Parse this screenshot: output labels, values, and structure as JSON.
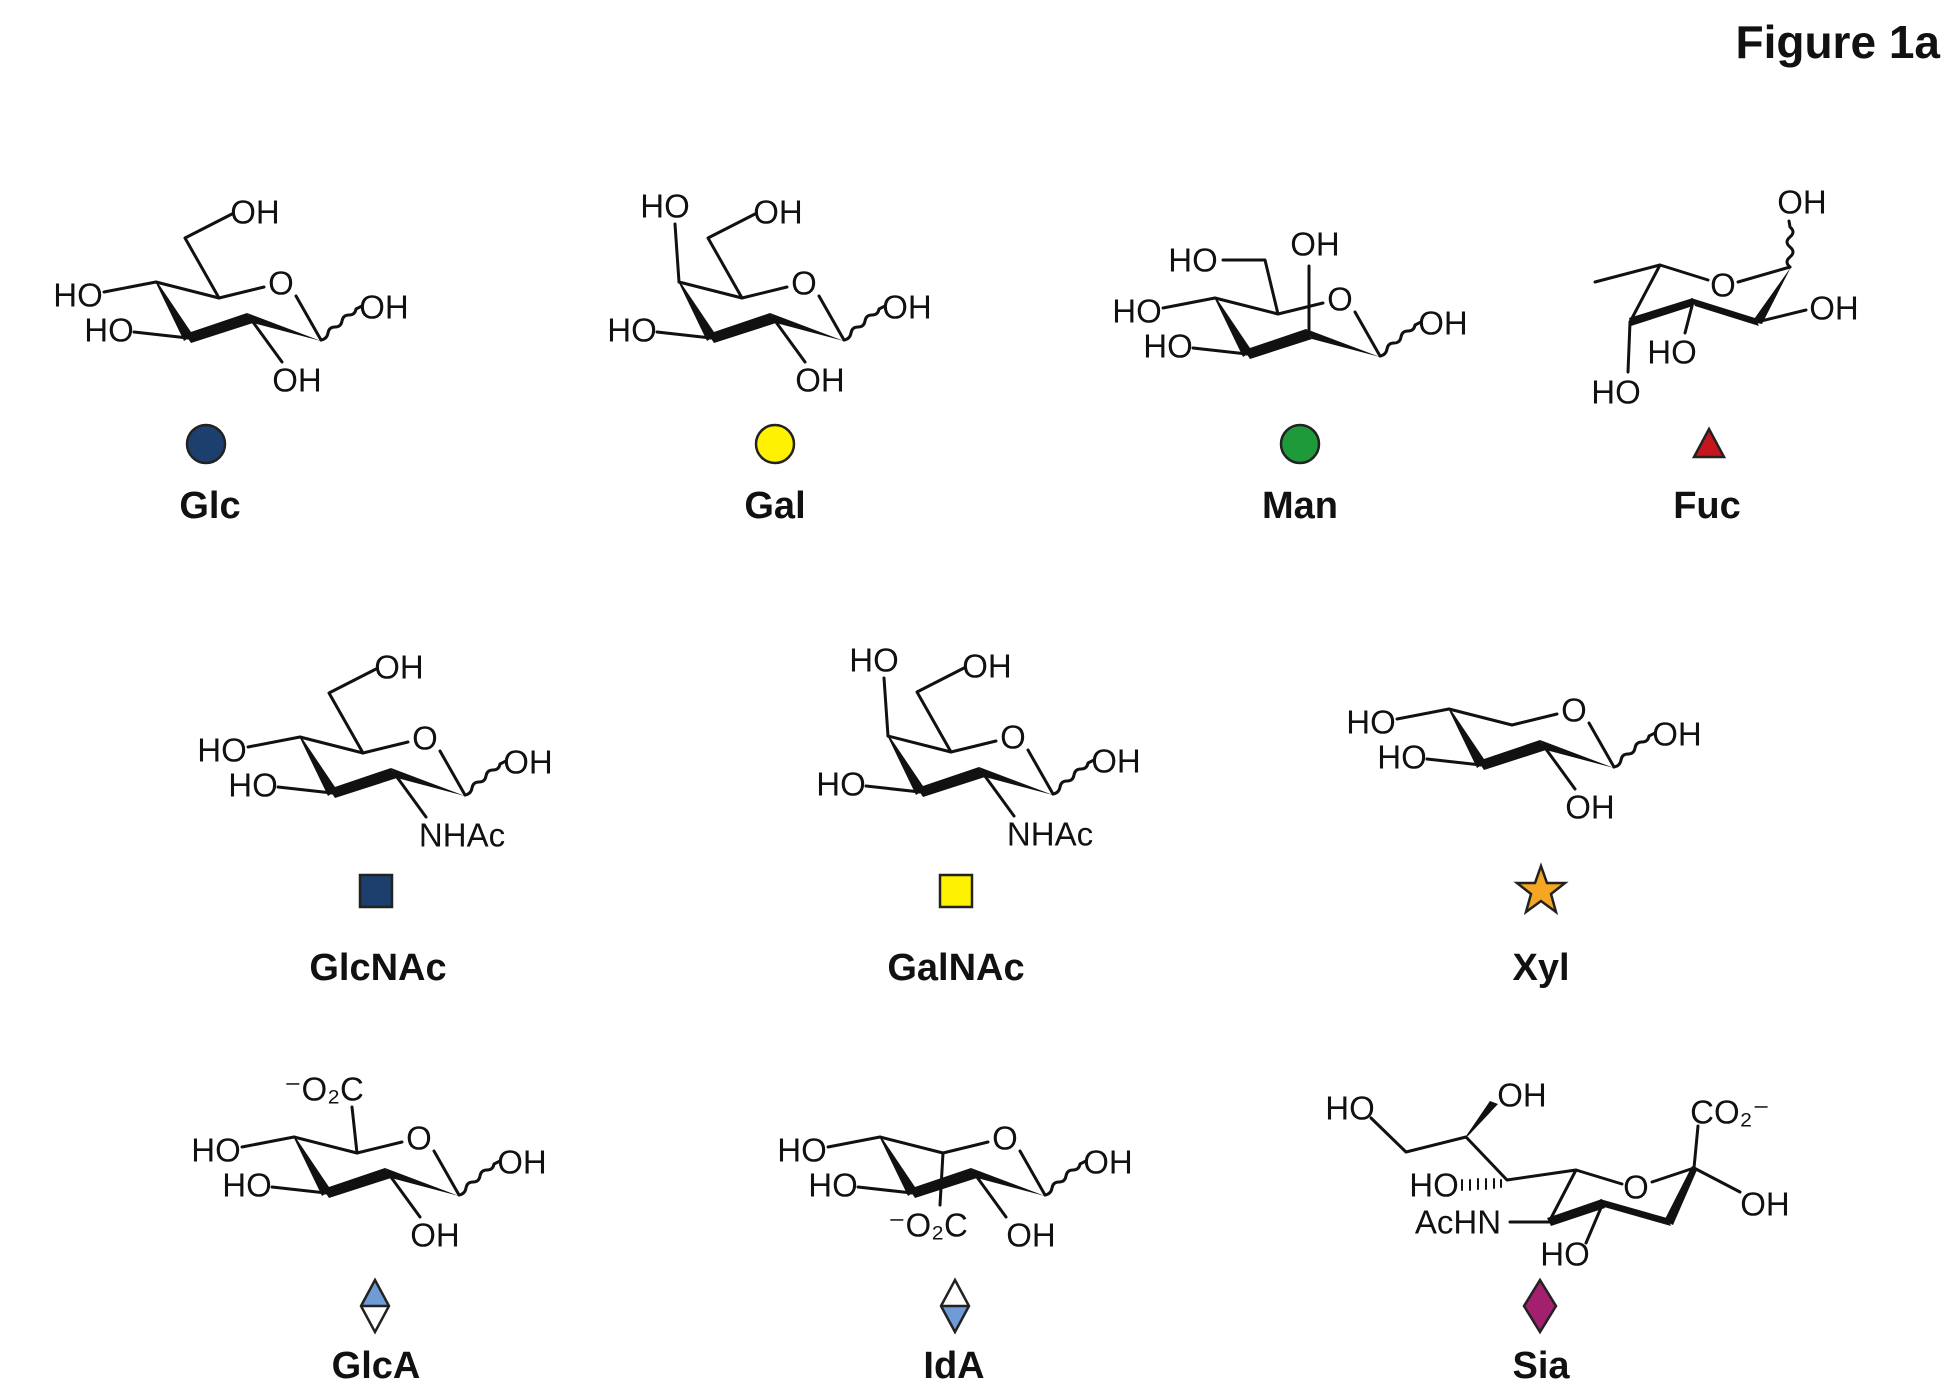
{
  "figure_label": "Figure 1a",
  "ring_oxygen": "O",
  "sugars": {
    "glc": {
      "name": "Glc",
      "symbol": "filled-circle",
      "color": "#1d3f6e",
      "subs": {
        "c6": "OH",
        "c4": "HO",
        "c3": "HO",
        "c2": "OH",
        "c1": "OH"
      }
    },
    "gal": {
      "name": "Gal",
      "symbol": "filled-circle",
      "color": "#fff200",
      "subs": {
        "c4": "HO",
        "c6": "OH",
        "c3": "HO",
        "c2": "OH",
        "c1": "OH"
      }
    },
    "man": {
      "name": "Man",
      "symbol": "filled-circle",
      "color": "#1e9a3a",
      "subs": {
        "c6": "HO",
        "c2": "OH",
        "c4": "HO",
        "c3": "HO",
        "c1": "OH"
      }
    },
    "fuc": {
      "name": "Fuc",
      "symbol": "filled-triangle",
      "color": "#c4161c",
      "subs": {
        "c1": "OH",
        "c2": "OH",
        "c3": "HO",
        "c4": "HO"
      }
    },
    "glcnac": {
      "name": "GlcNAc",
      "symbol": "filled-square",
      "color": "#1d3f6e",
      "subs": {
        "c6": "OH",
        "c4": "HO",
        "c3": "HO",
        "c2": "NHAc",
        "c1": "OH"
      }
    },
    "galnac": {
      "name": "GalNAc",
      "symbol": "filled-square",
      "color": "#fff200",
      "subs": {
        "c4": "HO",
        "c6": "OH",
        "c3": "HO",
        "c2": "NHAc",
        "c1": "OH"
      }
    },
    "xyl": {
      "name": "Xyl",
      "symbol": "star",
      "color": "#f5a623",
      "subs": {
        "c4": "HO",
        "c3": "HO",
        "c2": "OH",
        "c1": "OH"
      }
    },
    "glca": {
      "name": "GlcA",
      "symbol": "divided-diamond-top",
      "color": "#6f9bd6",
      "subs": {
        "c5": "⁻O₂C",
        "c4": "HO",
        "c3": "HO",
        "c2": "OH",
        "c1": "OH"
      }
    },
    "ida": {
      "name": "IdA",
      "symbol": "divided-diamond-bottom",
      "color": "#6f9bd6",
      "subs": {
        "c5": "⁻O₂C",
        "c4": "HO",
        "c3": "HO",
        "c2": "OH",
        "c1": "OH"
      }
    },
    "sia": {
      "name": "Sia",
      "symbol": "filled-diamond",
      "color": "#a3206f",
      "subs": {
        "c9": "HO",
        "c8": "OH",
        "c7": "HO",
        "c5": "AcHN",
        "c4": "HO",
        "c1": "CO₂⁻",
        "c2": "OH"
      }
    }
  }
}
